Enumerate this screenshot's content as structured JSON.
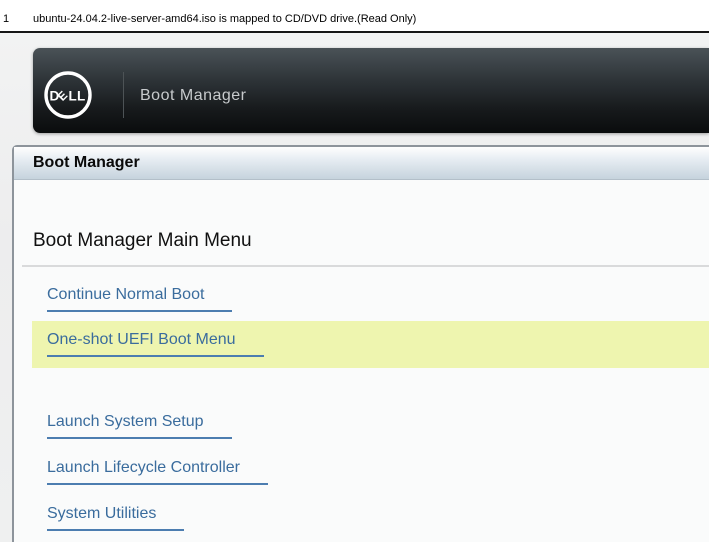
{
  "status_bar": {
    "slot_number": "1",
    "message": "ubuntu-24.04.2-live-server-amd64.iso is mapped to CD/DVD drive.(Read Only)"
  },
  "header": {
    "brand_letters": [
      "D",
      "E",
      "L",
      "L"
    ],
    "title": "Boot Manager"
  },
  "panel": {
    "title": "Boot Manager",
    "subtitle": "Boot Manager Main Menu",
    "menu": [
      {
        "label": "Continue Normal Boot",
        "selected": false
      },
      {
        "label": "One-shot UEFI Boot Menu",
        "selected": true
      },
      {
        "label": "Launch System Setup",
        "selected": false
      },
      {
        "label": "Launch Lifecycle Controller",
        "selected": false
      },
      {
        "label": "System Utilities",
        "selected": false
      }
    ]
  },
  "colors": {
    "highlight": "#eef5af",
    "link_text": "#3a6c9d",
    "link_underline": "#4c7db0",
    "header_background": "#171a1c",
    "panel_titlebar": "#c6d3dd"
  }
}
